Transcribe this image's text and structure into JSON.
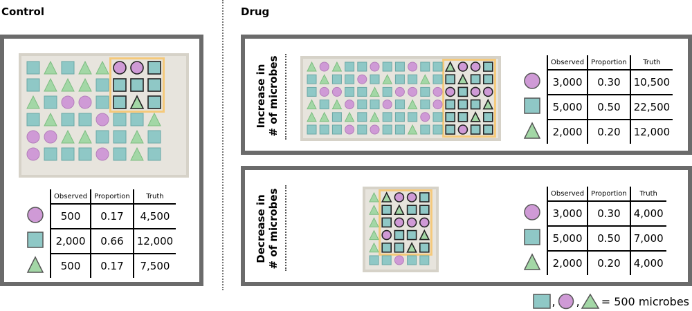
{
  "control": {
    "title": "Control",
    "grid": [
      [
        "square",
        "triangle",
        "square",
        "triangle",
        "triangle",
        "circle",
        "circle",
        "square"
      ],
      [
        "square",
        "triangle",
        "triangle",
        "triangle",
        "square",
        "square",
        "square",
        "square"
      ],
      [
        "triangle",
        "square",
        "circle",
        "circle",
        "square",
        "square",
        "triangle",
        "square"
      ],
      [
        "square",
        "triangle",
        "square",
        "square",
        "circle",
        "square",
        "square",
        "triangle"
      ],
      [
        "circle",
        "circle",
        "triangle",
        "triangle",
        "square",
        "square",
        "triangle",
        "square"
      ],
      [
        "circle",
        "square",
        "square",
        "square",
        "circle",
        "square",
        "triangle",
        "square"
      ]
    ],
    "table": {
      "headers": [
        "Observed",
        "Proportion",
        "Truth"
      ],
      "rows": [
        {
          "shape": "circle",
          "observed": "500",
          "proportion": "0.17",
          "truth": "4,500"
        },
        {
          "shape": "square",
          "observed": "2,000",
          "proportion": "0.66",
          "truth": "12,000"
        },
        {
          "shape": "triangle",
          "observed": "500",
          "proportion": "0.17",
          "truth": "7,500"
        }
      ]
    }
  },
  "drug": {
    "title": "Drug",
    "increase": {
      "label_line1": "Increase in",
      "label_line2": "# of microbes",
      "grid": [
        [
          "triangle",
          "circle",
          "triangle",
          "square",
          "square",
          "circle",
          "square",
          "square",
          "circle",
          "square",
          "square",
          "triangle",
          "circle",
          "circle",
          "square"
        ],
        [
          "square",
          "triangle",
          "square",
          "square",
          "circle",
          "square",
          "triangle",
          "square",
          "square",
          "triangle",
          "square",
          "square",
          "triangle",
          "square",
          "square"
        ],
        [
          "square",
          "circle",
          "circle",
          "square",
          "square",
          "triangle",
          "square",
          "circle",
          "circle",
          "square",
          "circle",
          "circle",
          "square",
          "circle",
          "circle"
        ],
        [
          "triangle",
          "square",
          "triangle",
          "circle",
          "square",
          "square",
          "circle",
          "square",
          "triangle",
          "square",
          "circle",
          "square",
          "square",
          "square",
          "triangle"
        ],
        [
          "triangle",
          "triangle",
          "square",
          "triangle",
          "square",
          "triangle",
          "square",
          "square",
          "square",
          "circle",
          "square",
          "square",
          "square",
          "triangle",
          "square"
        ],
        [
          "square",
          "square",
          "square",
          "circle",
          "square",
          "circle",
          "square",
          "square",
          "triangle",
          "square",
          "square",
          "square",
          "circle",
          "square",
          "square"
        ]
      ],
      "table": {
        "headers": [
          "Observed",
          "Proportion",
          "Truth"
        ],
        "rows": [
          {
            "shape": "circle",
            "observed": "3,000",
            "proportion": "0.30",
            "truth": "10,500"
          },
          {
            "shape": "square",
            "observed": "5,000",
            "proportion": "0.50",
            "truth": "22,500"
          },
          {
            "shape": "triangle",
            "observed": "2,000",
            "proportion": "0.20",
            "truth": "12,000"
          }
        ]
      }
    },
    "decrease": {
      "label_line1": "Decrease in",
      "label_line2": "# of microbes",
      "grid": [
        [
          "triangle",
          "triangle",
          "circle",
          "circle",
          "square"
        ],
        [
          "triangle",
          "square",
          "triangle",
          "square",
          "square"
        ],
        [
          "triangle",
          "square",
          "circle",
          "circle",
          "circle"
        ],
        [
          "triangle",
          "circle",
          "square",
          "square",
          "triangle"
        ],
        [
          "triangle",
          "square",
          "square",
          "triangle",
          "square"
        ],
        [
          "square",
          "square",
          "circle",
          "square",
          "square"
        ]
      ],
      "table": {
        "headers": [
          "Observed",
          "Proportion",
          "Truth"
        ],
        "rows": [
          {
            "shape": "circle",
            "observed": "3,000",
            "proportion": "0.30",
            "truth": "4,000"
          },
          {
            "shape": "square",
            "observed": "5,000",
            "proportion": "0.50",
            "truth": "7,000"
          },
          {
            "shape": "triangle",
            "observed": "2,000",
            "proportion": "0.20",
            "truth": "4,000"
          }
        ]
      }
    }
  },
  "legend": {
    "sep1": ",",
    "sep2": ",",
    "text": "= 500 microbes"
  },
  "colors": {
    "square_fill": "#8fc8c6",
    "square_stroke": "#6aa7a5",
    "circle_fill": "#cf9ad6",
    "circle_stroke": "#b37dbb",
    "triangle_fill": "#a3d7a6",
    "triangle_stroke": "#7cbd80",
    "highlight": "#f5c97a",
    "panel_border": "#6b6b6b",
    "grid_bg": "#e7e4dd"
  }
}
